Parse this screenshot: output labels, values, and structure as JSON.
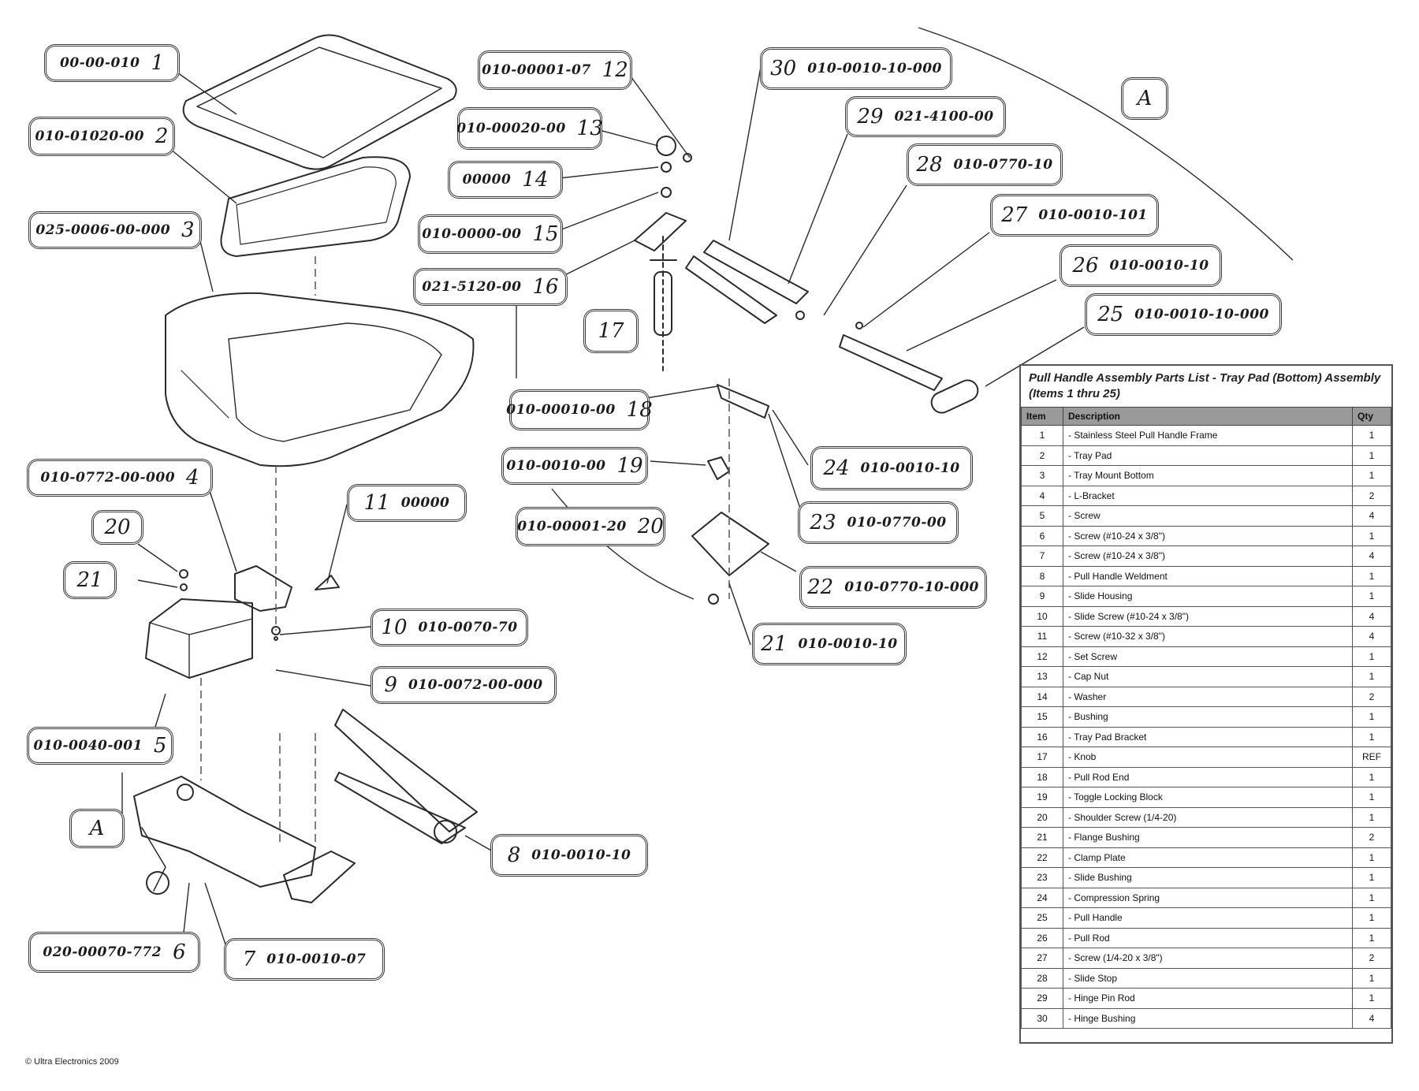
{
  "callouts": [
    {
      "id": "c1",
      "part": "00-00-010",
      "num": "1"
    },
    {
      "id": "c2",
      "part": "010-01020-00",
      "num": "2"
    },
    {
      "id": "c3",
      "part": "025-0006-00-000",
      "num": "3"
    },
    {
      "id": "c4",
      "part": "010-0772-00-000",
      "num": "4"
    },
    {
      "id": "c5",
      "part": "010-0040-001",
      "num": "5"
    },
    {
      "id": "c6",
      "part": "020-00070-772",
      "num": "6"
    },
    {
      "id": "c7",
      "part": "010-0010-07",
      "num": "7"
    },
    {
      "id": "c8",
      "part": "010-0010-10",
      "num": "8"
    },
    {
      "id": "c9",
      "part": "010-0072-00-000",
      "num": "9"
    },
    {
      "id": "c10",
      "part": "010-0070-70",
      "num": "10"
    },
    {
      "id": "c11",
      "part": "00000",
      "num": "11"
    },
    {
      "id": "c12",
      "part": "010-00001-07",
      "num": "12"
    },
    {
      "id": "c13",
      "part": "010-00020-00",
      "num": "13"
    },
    {
      "id": "c14",
      "part": "00000",
      "num": "14"
    },
    {
      "id": "c15",
      "part": "010-0000-00",
      "num": "15"
    },
    {
      "id": "c16",
      "part": "021-5120-00",
      "num": "16"
    },
    {
      "id": "c17",
      "part": "",
      "num": "17"
    },
    {
      "id": "c18",
      "part": "010-00010-00",
      "num": "18"
    },
    {
      "id": "c19",
      "part": "010-0010-00",
      "num": "19"
    },
    {
      "id": "c20",
      "part": "010-00001-20",
      "num": "20"
    },
    {
      "id": "c20b",
      "part": "",
      "num": "20"
    },
    {
      "id": "c21",
      "part": "010-0010-10",
      "num": "21"
    },
    {
      "id": "c21b",
      "part": "",
      "num": "21"
    },
    {
      "id": "c22",
      "part": "010-0770-10-000",
      "num": "22"
    },
    {
      "id": "c23",
      "part": "010-0770-00",
      "num": "23"
    },
    {
      "id": "c24",
      "part": "010-0010-10",
      "num": "24"
    },
    {
      "id": "c25",
      "part": "010-0010-10-000",
      "num": "25"
    },
    {
      "id": "c26",
      "part": "010-0010-10",
      "num": "26"
    },
    {
      "id": "c27",
      "part": "010-0010-101",
      "num": "27"
    },
    {
      "id": "c28",
      "part": "010-0770-10",
      "num": "28"
    },
    {
      "id": "c29",
      "part": "021-4100-00",
      "num": "29"
    },
    {
      "id": "c30",
      "part": "010-0010-10-000",
      "num": "30"
    },
    {
      "id": "cA1",
      "part": "",
      "num": "A"
    },
    {
      "id": "cA2",
      "part": "",
      "num": "A"
    }
  ],
  "table": {
    "title": "Pull Handle Assembly Parts List - Tray Pad (Bottom) Assembly (Items 1 thru 25)",
    "headers": [
      "Item",
      "Description",
      "Qty"
    ],
    "rows": [
      [
        "1",
        "- Stainless Steel Pull Handle Frame",
        "1"
      ],
      [
        "2",
        "- Tray Pad",
        "1"
      ],
      [
        "3",
        "- Tray Mount Bottom",
        "1"
      ],
      [
        "4",
        "- L-Bracket",
        "2"
      ],
      [
        "5",
        "- Screw",
        "4"
      ],
      [
        "6",
        "- Screw (#10-24 x 3/8\")",
        "1"
      ],
      [
        "7",
        "- Screw (#10-24 x 3/8\")",
        "4"
      ],
      [
        "8",
        "- Pull Handle Weldment",
        "1"
      ],
      [
        "9",
        "- Slide Housing",
        "1"
      ],
      [
        "10",
        "- Slide Screw (#10-24 x 3/8\")",
        "4"
      ],
      [
        "11",
        "- Screw (#10-32 x 3/8\")",
        "4"
      ],
      [
        "12",
        "- Set Screw",
        "1"
      ],
      [
        "13",
        "- Cap Nut",
        "1"
      ],
      [
        "14",
        "- Washer",
        "2"
      ],
      [
        "15",
        "- Bushing",
        "1"
      ],
      [
        "16",
        "- Tray Pad Bracket",
        "1"
      ],
      [
        "17",
        "- Knob",
        "REF"
      ],
      [
        "18",
        "- Pull Rod End",
        "1"
      ],
      [
        "19",
        "- Toggle Locking Block",
        "1"
      ],
      [
        "20",
        "- Shoulder Screw (1/4-20)",
        "1"
      ],
      [
        "21",
        "- Flange Bushing",
        "2"
      ],
      [
        "22",
        "- Clamp Plate",
        "1"
      ],
      [
        "23",
        "- Slide Bushing",
        "1"
      ],
      [
        "24",
        "- Compression Spring",
        "1"
      ],
      [
        "25",
        "- Pull Handle",
        "1"
      ],
      [
        "26",
        "- Pull Rod",
        "1"
      ],
      [
        "27",
        "- Screw (1/4-20 x 3/8\")",
        "2"
      ],
      [
        "28",
        "- Slide Stop",
        "1"
      ],
      [
        "29",
        "- Hinge Pin Rod",
        "1"
      ],
      [
        "30",
        "- Hinge Bushing",
        "4"
      ]
    ]
  },
  "copyright": "© Ultra Electronics 2009"
}
